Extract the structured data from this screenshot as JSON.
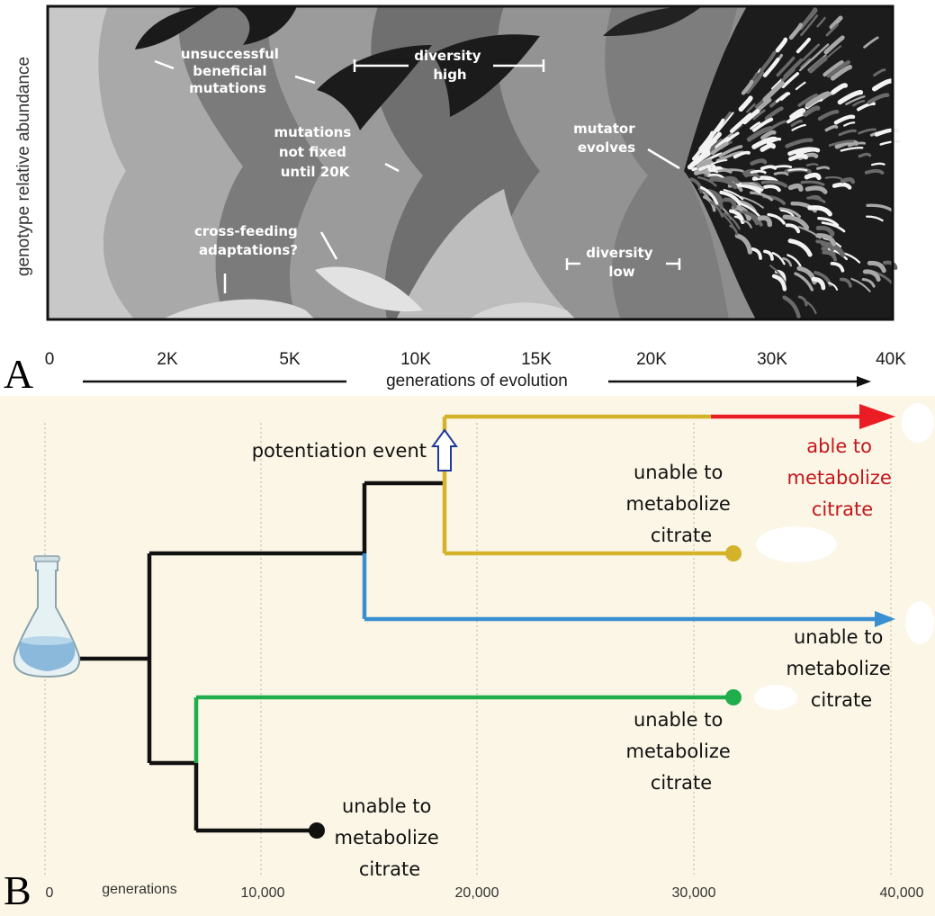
{
  "panel_a": {
    "letter": "A",
    "y_axis_label": "genotype relative abundance",
    "x_axis_label": "generations of evolution",
    "x_ticks": [
      "0",
      "2K",
      "5K",
      "10K",
      "15K",
      "20K",
      "30K",
      "40K"
    ],
    "annotations": {
      "unsuccessful": [
        "unsuccessful",
        "beneficial",
        "mutations"
      ],
      "diversity_high": [
        "diversity",
        "high"
      ],
      "not_fixed": [
        "mutations",
        "not fixed",
        "until 20K"
      ],
      "mutator": [
        "mutator",
        "evolves"
      ],
      "cross_feeding": [
        "cross-feeding",
        "adaptations?"
      ],
      "diversity_low": [
        "diversity",
        "low"
      ]
    }
  },
  "panel_b": {
    "letter": "B",
    "x_label": "generations",
    "x_ticks": [
      "0",
      "10,000",
      "20,000",
      "30,000",
      "40,000"
    ],
    "potentiation_label": "potentiation event",
    "branch_labels": {
      "red": [
        "able to",
        "metabolize",
        "citrate"
      ],
      "gold": [
        "unable to",
        "metabolize",
        "citrate"
      ],
      "blue": [
        "unable to",
        "metabolize",
        "citrate"
      ],
      "green": [
        "unable to",
        "metabolize",
        "citrate"
      ],
      "black": [
        "unable to",
        "metabolize",
        "citrate"
      ]
    },
    "colors": {
      "background": "#fbf6e6",
      "trunk": "#111111",
      "gold": "#d4b22a",
      "red": "#ea1c24",
      "blue": "#3a8fd0",
      "green": "#1fae4b",
      "potentiation_arrow": "#1f3a9a"
    }
  }
}
